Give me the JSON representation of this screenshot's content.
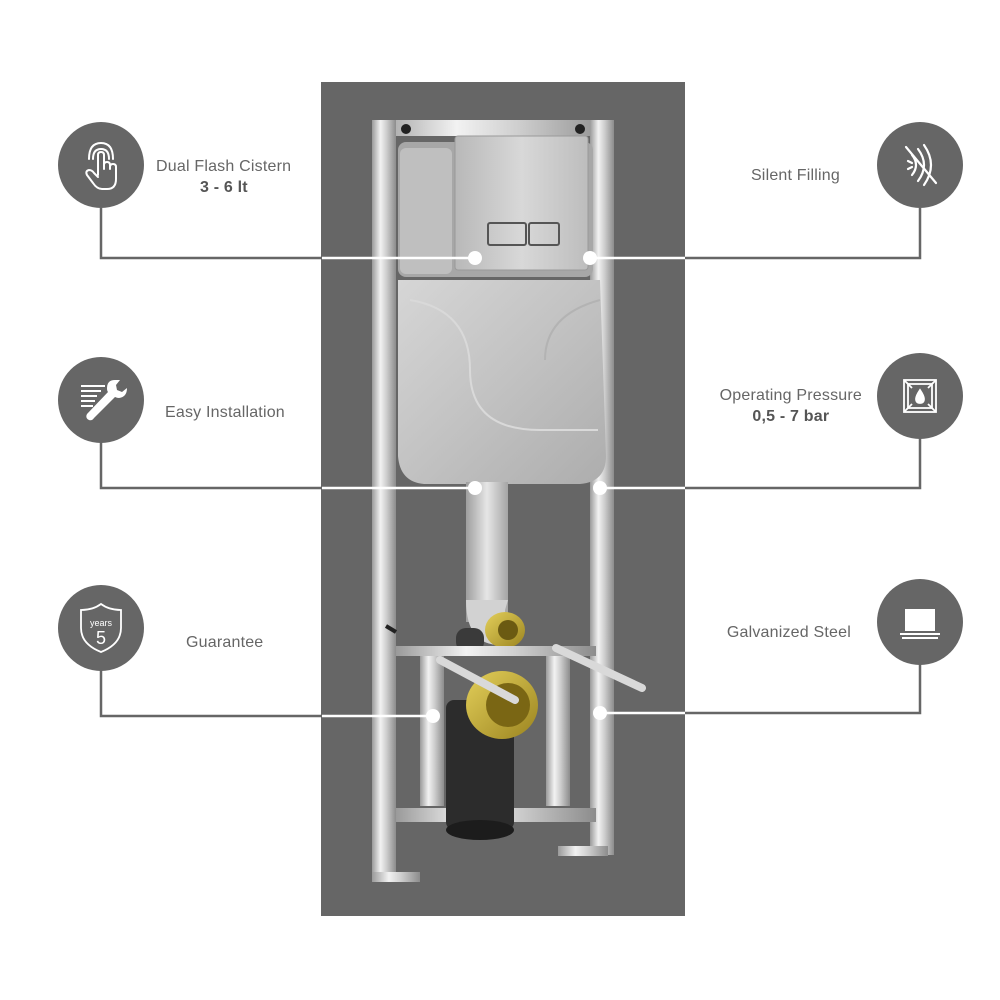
{
  "features": {
    "dual_flash": {
      "title": "Dual Flash Cistern",
      "spec": "3 - 6 lt",
      "icon": "touch-hand-icon"
    },
    "silent_filling": {
      "title": "Silent Filling",
      "icon": "muted-sound-icon"
    },
    "easy_installation": {
      "title": "Easy Installation",
      "icon": "wrench-icon"
    },
    "operating_pressure": {
      "title": "Operating Pressure",
      "spec": "0,5 - 7 bar",
      "icon": "pressure-gauge-icon"
    },
    "guarantee": {
      "title": "Guarantee",
      "badge_top": "years",
      "badge_number": "5",
      "icon": "shield-icon"
    },
    "galvanized_steel": {
      "title": "Galvanized Steel",
      "icon": "steel-sheet-icon"
    }
  },
  "colors": {
    "accent": "#666666",
    "line": "#666666",
    "background": "#ffffff",
    "frame": "#d9d9d9",
    "fitting": "#c9b233"
  }
}
